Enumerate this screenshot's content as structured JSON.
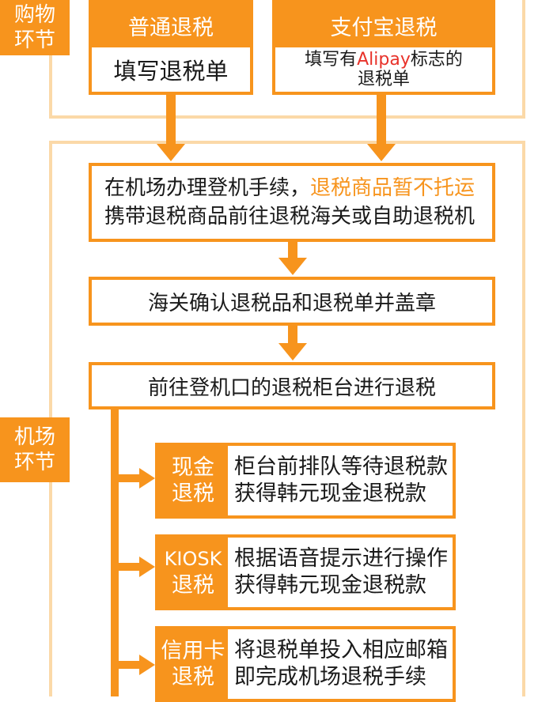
{
  "stages": {
    "shopping": [
      "购物",
      "环节"
    ],
    "airport": [
      "机场",
      "环节"
    ]
  },
  "general": {
    "title": "普通退税",
    "body": "填写退税单"
  },
  "alipay": {
    "title": "支付宝退税",
    "body_pre": "填写有",
    "body_brand": "Alipay",
    "body_post": "标志的",
    "body_line2": "退税单"
  },
  "steps": {
    "checkin_line1_pre": "在机场办理登机手续，",
    "checkin_line1_hl": "退税商品暂不托运",
    "checkin_line2": "携带退税商品前往退税海关或自助退税机",
    "customs": "海关确认退税品和退税单并盖章",
    "gate": "前往登机口的退税柜台进行退税"
  },
  "refunds": [
    {
      "label": [
        "现金",
        "退税"
      ],
      "lines": [
        "柜台前排队等待退税款",
        "获得韩元现金退税款"
      ]
    },
    {
      "label": [
        "KIOSK",
        "退税"
      ],
      "lines": [
        "根据语音提示进行操作",
        "获得韩元现金退税款"
      ]
    },
    {
      "label": [
        "信用卡",
        "退税"
      ],
      "lines": [
        "将退税单投入相应邮箱",
        "即完成机场退税手续"
      ]
    }
  ],
  "colors": {
    "accent": "#f7941d",
    "highlight": "#f7941d",
    "brand": "#e8322a",
    "frame": "#fbd9a8"
  }
}
